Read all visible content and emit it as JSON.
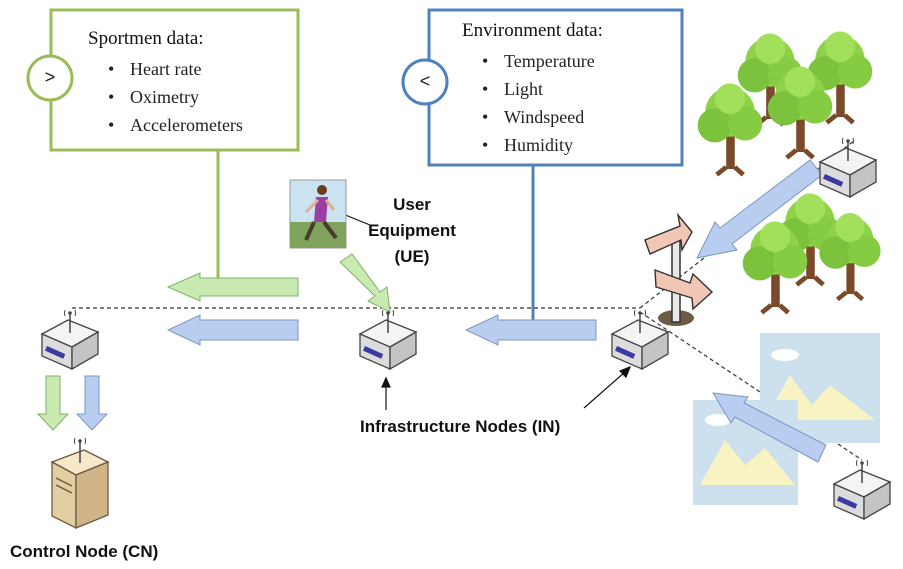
{
  "sportmen_box": {
    "title": "Sportmen data:",
    "symbol": ">",
    "items": [
      "Heart rate",
      "Oximetry",
      "Accelerometers"
    ]
  },
  "environment_box": {
    "title": "Environment data:",
    "symbol": "<",
    "items": [
      "Temperature",
      "Light",
      "Windspeed",
      "Humidity"
    ]
  },
  "labels": {
    "ue_line1": "User",
    "ue_line2": "Equipment",
    "ue_line3": "(UE)",
    "infrastructure": "Infrastructure Nodes (IN)",
    "control": "Control Node (CN)"
  },
  "colors": {
    "sportmen_border": "#9bbb59",
    "environment_border": "#4f81bd",
    "green_arrow": "#c9eab0",
    "blue_arrow": "#b9cdf0"
  }
}
